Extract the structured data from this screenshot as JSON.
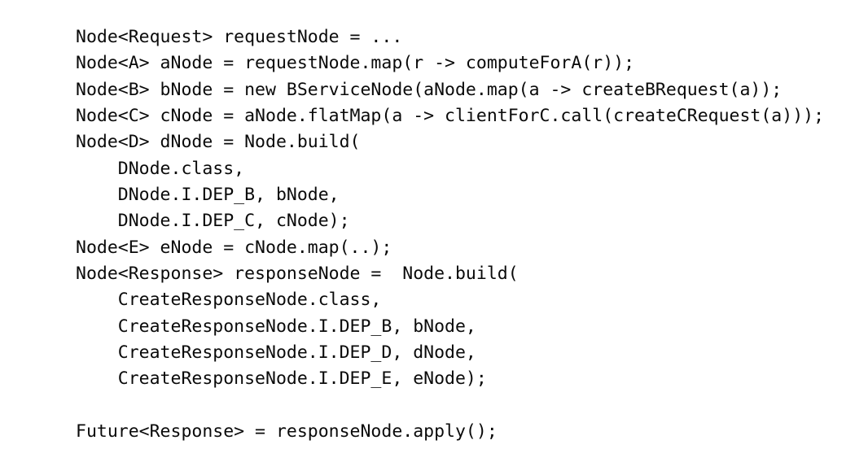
{
  "page": {
    "background_color": "#ffffff",
    "text_color": "#0a0a0a"
  },
  "code": {
    "language": "java",
    "lines": [
      "Node<Request> requestNode = ...",
      "Node<A> aNode = requestNode.map(r -> computeForA(r));",
      "Node<B> bNode = new BServiceNode(aNode.map(a -> createBRequest(a));",
      "Node<C> cNode = aNode.flatMap(a -> clientForC.call(createCRequest(a)));",
      "Node<D> dNode = Node.build(",
      "    DNode.class,",
      "    DNode.I.DEP_B, bNode,",
      "    DNode.I.DEP_C, cNode);",
      "Node<E> eNode = cNode.map(..);",
      "Node<Response> responseNode =  Node.build(",
      "    CreateResponseNode.class,",
      "    CreateResponseNode.I.DEP_B, bNode,",
      "    CreateResponseNode.I.DEP_D, dNode,",
      "    CreateResponseNode.I.DEP_E, eNode);",
      "",
      "Future<Response> = responseNode.apply();"
    ]
  }
}
